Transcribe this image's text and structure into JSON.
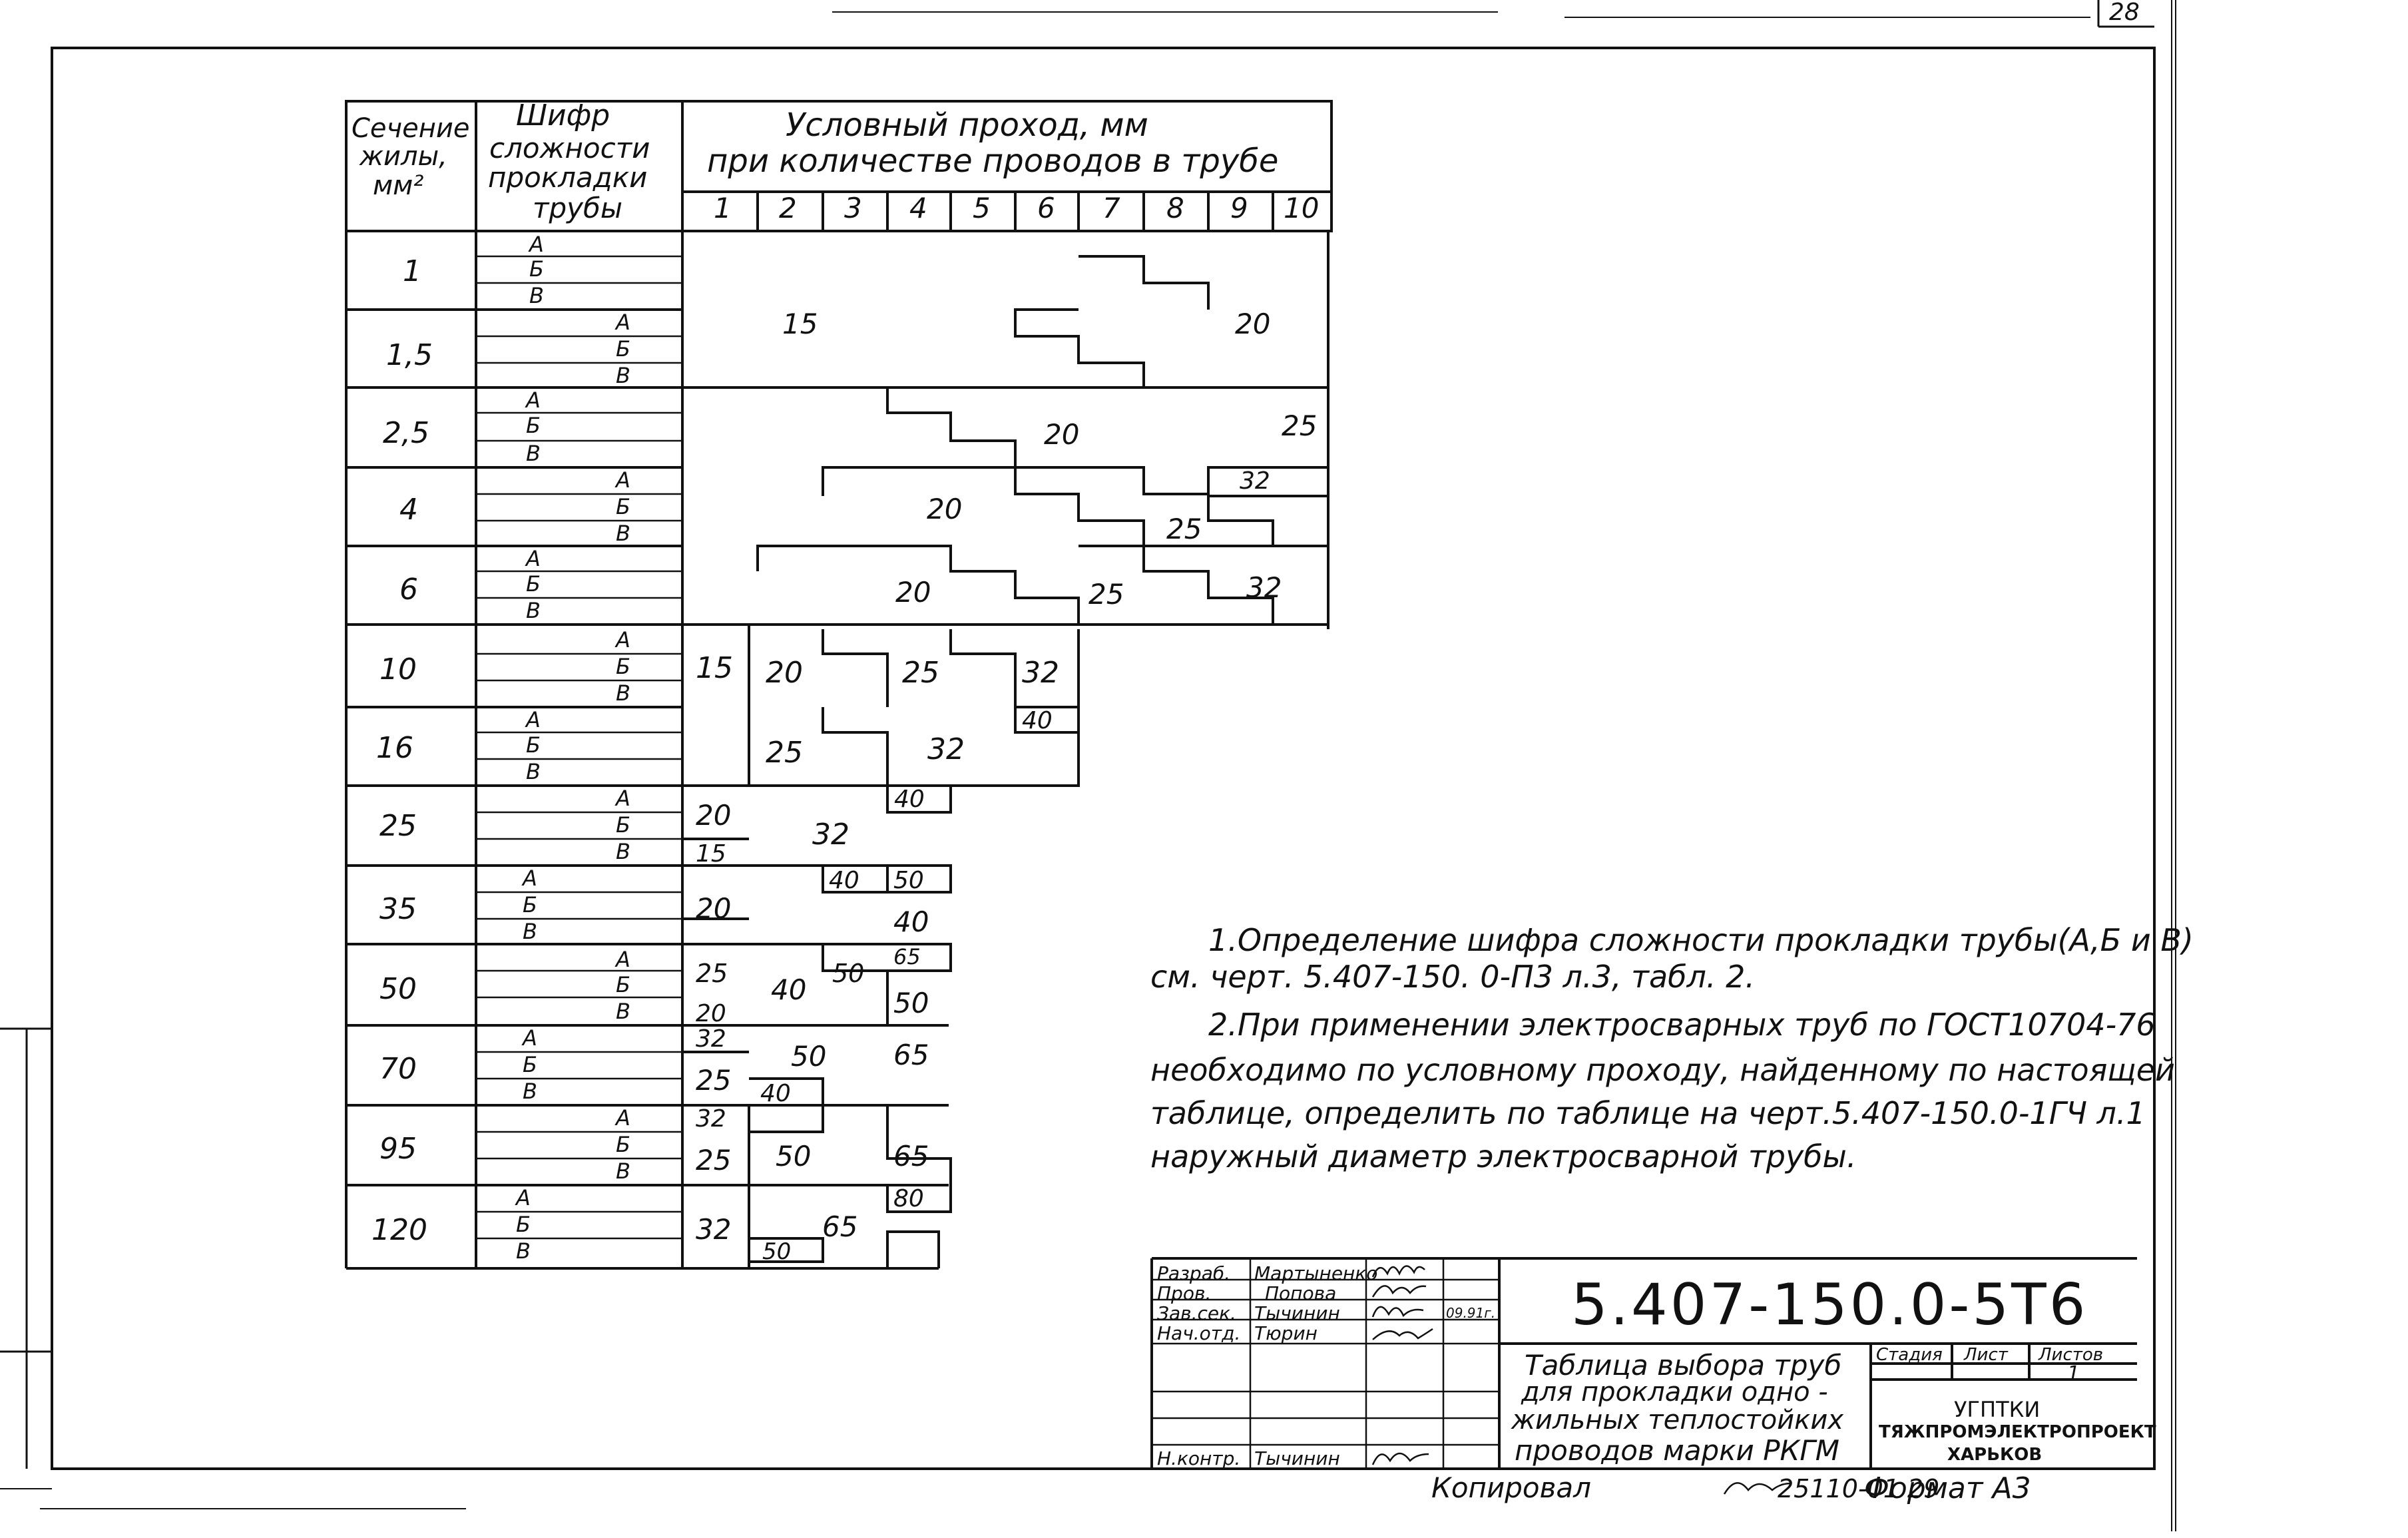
{
  "page_number": "28",
  "table": {
    "header": {
      "section": [
        "Сечение",
        "жилы,",
        "мм²"
      ],
      "code": [
        "Шифр",
        "сложности",
        "прокладки",
        "трубы"
      ],
      "passage": [
        "Условный проход, мм",
        "при количестве проводов в трубе"
      ],
      "counts": [
        "1",
        "2",
        "3",
        "4",
        "5",
        "6",
        "7",
        "8",
        "9",
        "10"
      ]
    },
    "grades": [
      "А",
      "Б",
      "В"
    ],
    "rows": [
      "1",
      "1,5",
      "2,5",
      "4",
      "6",
      "10",
      "16",
      "25",
      "35",
      "50",
      "70",
      "95",
      "120"
    ],
    "values": [
      {
        "t": "15"
      },
      {
        "t": "20"
      },
      {
        "t": "20"
      },
      {
        "t": "25"
      },
      {
        "t": "32"
      },
      {
        "t": "20"
      },
      {
        "t": "25"
      },
      {
        "t": "32"
      },
      {
        "t": "20"
      },
      {
        "t": "25"
      },
      {
        "t": "32"
      },
      {
        "t": "15"
      },
      {
        "t": "20"
      },
      {
        "t": "25"
      },
      {
        "t": "32"
      },
      {
        "t": "40"
      },
      {
        "t": "25"
      },
      {
        "t": "32"
      },
      {
        "t": "40"
      },
      {
        "t": "20"
      },
      {
        "t": "15"
      },
      {
        "t": "32"
      },
      {
        "t": "40"
      },
      {
        "t": "20"
      },
      {
        "t": "40"
      },
      {
        "t": "50"
      },
      {
        "t": "40"
      },
      {
        "t": "25"
      },
      {
        "t": "20"
      },
      {
        "t": "40"
      },
      {
        "t": "50"
      },
      {
        "t": "65"
      },
      {
        "t": "50"
      },
      {
        "t": "32"
      },
      {
        "t": "25"
      },
      {
        "t": "50"
      },
      {
        "t": "40"
      },
      {
        "t": "65"
      },
      {
        "t": "32"
      },
      {
        "t": "25"
      },
      {
        "t": "50"
      },
      {
        "t": "65"
      },
      {
        "t": "32"
      },
      {
        "t": "65"
      },
      {
        "t": "80"
      },
      {
        "t": "50"
      }
    ]
  },
  "notes": [
    "1.Определение шифра сложности прокладки трубы(А,Б и В)",
    "см. черт. 5.407-150. 0-П3 л.3, табл. 2.",
    "2.При применении электросварных труб по ГОСТ10704-76",
    "необходимо по условному проходу, найденному по настоящей",
    "таблице, определить по таблице на черт.5.407-150.0-1ГЧ л.1",
    "наружный диаметр электросварной трубы."
  ],
  "title_block": {
    "roles": [
      "Разраб.",
      "Пров.",
      "Зав.сек.",
      "Нач.отд.",
      "Н.контр."
    ],
    "names": [
      "Мартыненко",
      "Попова",
      "Тычинин",
      "Тюрин",
      "Тычинин"
    ],
    "date": "09.91г.",
    "designation": "5.407-150.0-5Т6",
    "title_lines": [
      "Таблица выбора труб",
      "для прокладки одно -",
      "жильных теплостойких",
      "проводов марки РКГМ"
    ],
    "stage_label": "Стадия",
    "sheet_label": "Лист",
    "sheets_label": "Листов",
    "sheets_value": "1",
    "org_lines": [
      "УГПТКИ",
      "ТЯЖПРОМЭЛЕКТРОПРОЕКТ",
      "ХАРЬКОВ"
    ]
  },
  "footer": {
    "copied_label": "Копировал",
    "copied_code": "25110-01 29",
    "format_label": "Формат А3"
  }
}
